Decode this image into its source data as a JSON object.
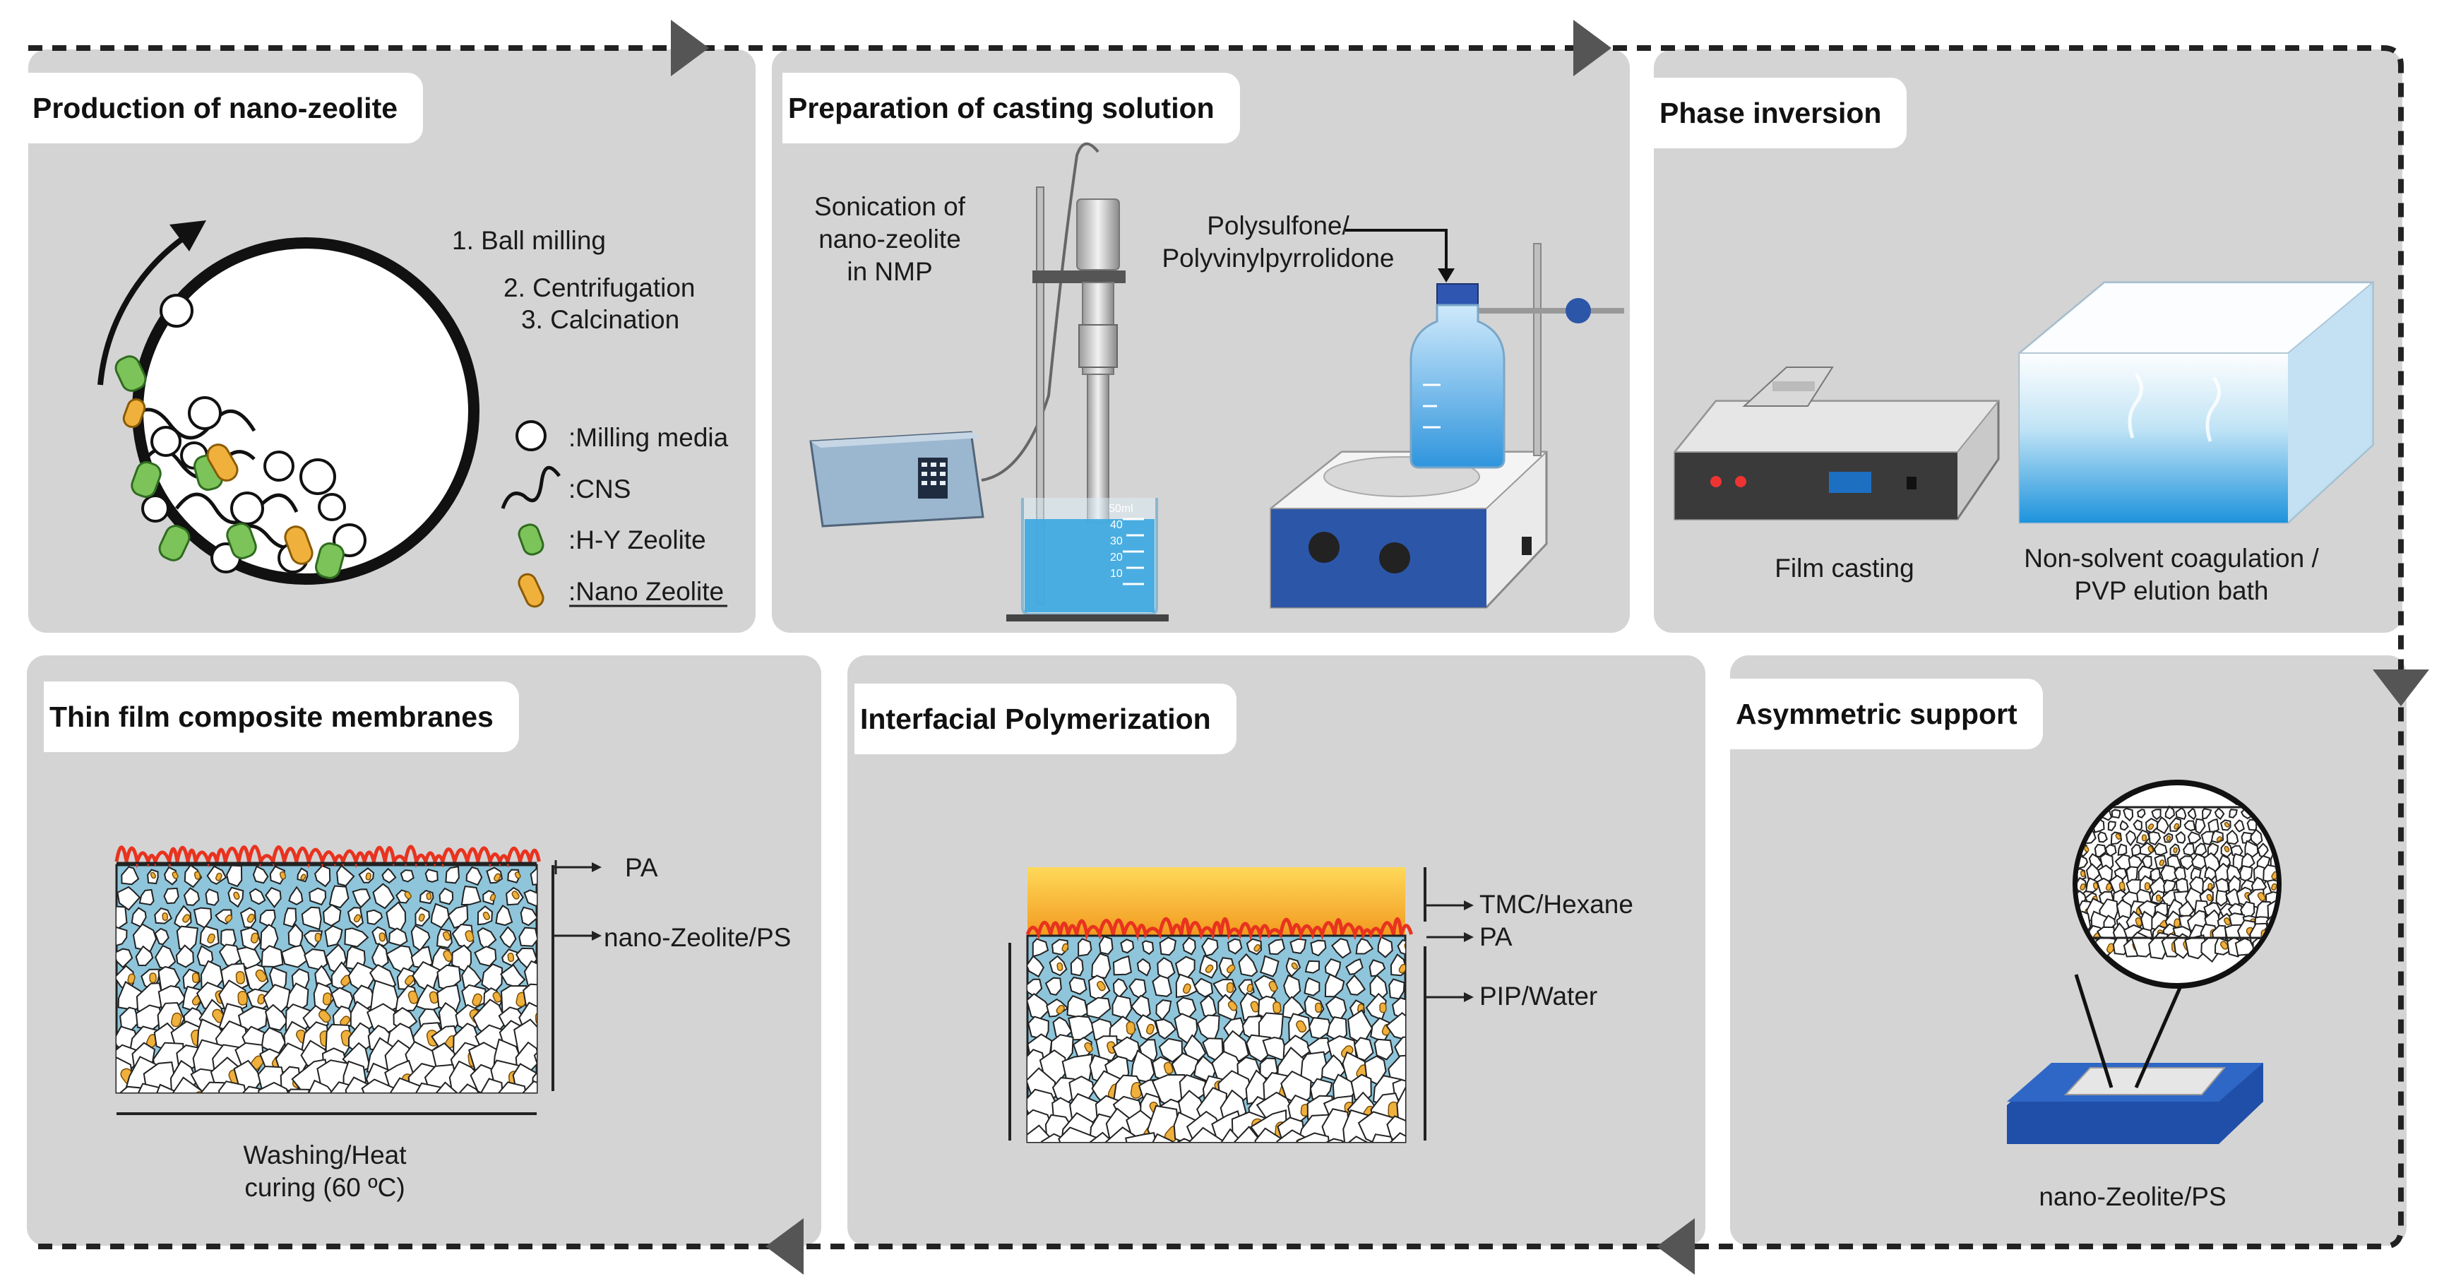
{
  "panels": {
    "production": {
      "title": "Production of nano-zeolite",
      "steps": [
        "1. Ball milling",
        "2. Centrifugation",
        "3. Calcination"
      ],
      "legend": [
        ":Milling media",
        ":CNS",
        ":H-Y Zeolite",
        ":Nano Zeolite"
      ]
    },
    "casting": {
      "title": "Preparation of casting solution",
      "sonication_lines": [
        "Sonication of",
        "nano-zeolite",
        "in NMP"
      ],
      "polymer_lines": [
        "Polysulfone/",
        "Polyvinylpyrrolidone"
      ],
      "beaker_marks": [
        "50ml",
        "40",
        "30",
        "20",
        "10"
      ]
    },
    "phase": {
      "title": "Phase inversion",
      "film_casting": "Film casting",
      "bath_lines": [
        "Non-solvent coagulation /",
        "PVP elution bath"
      ]
    },
    "tfc": {
      "title": "Thin film composite membranes",
      "label_pa": "PA",
      "label_support": "nano-Zeolite/PS",
      "caption_lines": [
        "Washing/Heat",
        "curing (60 ºC)"
      ]
    },
    "ip": {
      "title": "Interfacial Polymerization",
      "label_tmc": "TMC/Hexane",
      "label_pa": "PA",
      "label_pip": "PIP/Water"
    },
    "asym": {
      "title": "Asymmetric support",
      "caption": "nano-Zeolite/PS"
    }
  },
  "colors": {
    "panel_bg": "#d4d4d4",
    "water_blue": "#3aa7e0",
    "membrane_blue": "#8ec5da",
    "nano_zeolite_orange": "#f0b03c",
    "hy_zeolite_green": "#7cc35a",
    "pa_red": "#e8331f",
    "hexane_orange": "#f7a928"
  }
}
